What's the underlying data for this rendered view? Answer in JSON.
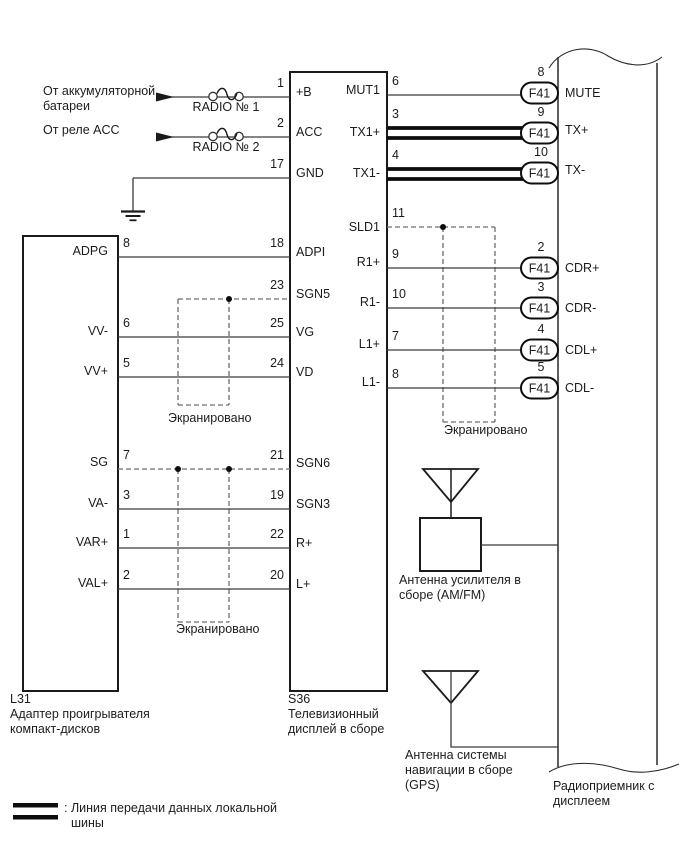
{
  "sources": [
    {
      "from_line1": "От аккумуляторной",
      "from_line2": "батареи",
      "fuse": "RADIO № 1"
    },
    {
      "from_line1": "От реле ACC",
      "fuse": "RADIO № 2"
    }
  ],
  "s36_top": [
    {
      "pin": "1",
      "label": "+B"
    },
    {
      "pin": "2",
      "label": "ACC"
    },
    {
      "pin": "17",
      "label": "GND"
    }
  ],
  "left_wires": [
    {
      "l31_pin": "8",
      "l31_label": "ADPG",
      "s36_pin": "18",
      "s36_label": "ADPI"
    },
    {
      "s36_pin": "23",
      "s36_label": "SGN5"
    },
    {
      "l31_pin": "6",
      "l31_label": "VV-",
      "s36_pin": "25",
      "s36_label": "VG"
    },
    {
      "l31_pin": "5",
      "l31_label": "VV+",
      "s36_pin": "24",
      "s36_label": "VD"
    },
    {
      "l31_pin": "7",
      "l31_label": "SG",
      "s36_pin": "21",
      "s36_label": "SGN6"
    },
    {
      "l31_pin": "3",
      "l31_label": "VA-",
      "s36_pin": "19",
      "s36_label": "SGN3"
    },
    {
      "l31_pin": "1",
      "l31_label": "VAR+",
      "s36_pin": "22",
      "s36_label": "R+"
    },
    {
      "l31_pin": "2",
      "l31_label": "VAL+",
      "s36_pin": "20",
      "s36_label": "L+"
    }
  ],
  "right_wires": [
    {
      "s36_pin": "6",
      "s36_label": "MUT1",
      "connector": "F41",
      "conn_pin": "8",
      "rx_label": "MUTE"
    },
    {
      "s36_pin": "3",
      "s36_label": "TX1+",
      "connector": "F41",
      "conn_pin": "9",
      "rx_label": "TX+"
    },
    {
      "s36_pin": "4",
      "s36_label": "TX1-",
      "connector": "F41",
      "conn_pin": "10",
      "rx_label": "TX-"
    },
    {
      "s36_pin": "11",
      "s36_label": "SLD1"
    },
    {
      "s36_pin": "9",
      "s36_label": "R1+",
      "connector": "F41",
      "conn_pin": "2",
      "rx_label": "CDR+"
    },
    {
      "s36_pin": "10",
      "s36_label": "R1-",
      "connector": "F41",
      "conn_pin": "3",
      "rx_label": "CDR-"
    },
    {
      "s36_pin": "7",
      "s36_label": "L1+",
      "connector": "F41",
      "conn_pin": "4",
      "rx_label": "CDL+"
    },
    {
      "s36_pin": "8",
      "s36_label": "L1-",
      "connector": "F41",
      "conn_pin": "5",
      "rx_label": "CDL-"
    }
  ],
  "shield_label": "Экранировано",
  "blocks": {
    "l31": {
      "code": "L31",
      "name_line1": "Адаптер проигрывателя",
      "name_line2": "компакт-дисков"
    },
    "s36": {
      "code": "S36",
      "name_line1": "Телевизионный",
      "name_line2": "дисплей в сборе"
    },
    "receiver": {
      "name_line1": "Радиоприемник с",
      "name_line2": "дисплеем"
    }
  },
  "antennas": [
    {
      "line1": "Антенна усилителя в",
      "line2": "сборе (AM/FM)"
    },
    {
      "line1": "Антенна системы",
      "line2": "навигации в сборе",
      "line3": "(GPS)"
    }
  ],
  "legend": {
    "line1": ": Линия передачи данных локальной",
    "line2": "шины"
  },
  "colors": {
    "line": "#3a3a3a",
    "bus": "#0d0d0d",
    "shield_dash": "#6e6e6e",
    "background": "#ffffff"
  }
}
